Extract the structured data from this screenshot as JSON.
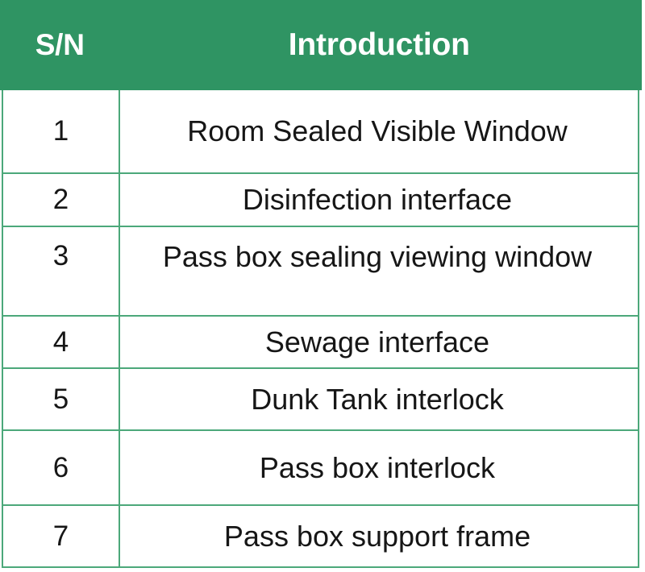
{
  "table": {
    "header": {
      "sn_label": "S/N",
      "introduction_label": "Introduction"
    },
    "columns": [
      "S/N",
      "Introduction"
    ],
    "rows": [
      {
        "sn": "1",
        "introduction": "Room Sealed Visible Window"
      },
      {
        "sn": "2",
        "introduction": "Disinfection interface"
      },
      {
        "sn": "3",
        "introduction": "Pass box sealing viewing window"
      },
      {
        "sn": "4",
        "introduction": "Sewage interface"
      },
      {
        "sn": "5",
        "introduction": "Dunk Tank interlock"
      },
      {
        "sn": "6",
        "introduction": "Pass box interlock"
      },
      {
        "sn": "7",
        "introduction": "Pass box support frame"
      }
    ],
    "colors": {
      "header_background": "#2f9463",
      "header_text": "#ffffff",
      "grid_line": "#4ca87a",
      "body_background": "#ffffff",
      "body_text": "#161616"
    }
  }
}
